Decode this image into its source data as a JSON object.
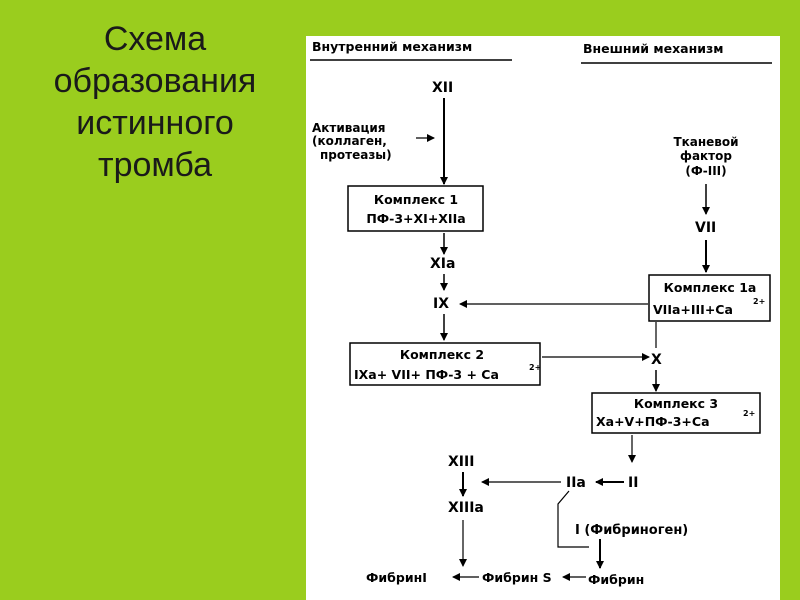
{
  "slide": {
    "title_lines": [
      "Схема",
      "образования",
      "истинного",
      "тромба"
    ]
  },
  "diagram": {
    "header_internal": "Внутренний механизм",
    "header_external": "Внешний механизм",
    "xii": "XII",
    "activation": [
      "Активация",
      "(коллаген,",
      "протеазы)"
    ],
    "tissue_factor": [
      "Тканевой",
      "фактор",
      "(Ф-III)"
    ],
    "vii": "VII",
    "complex1": {
      "title": "Комплекс 1",
      "formula": "ПФ-3+XI+XIIa"
    },
    "xia": "XIa",
    "complex1a": {
      "title": "Комплекс 1a",
      "formula": "VIIa+III+Ca",
      "sup": "2+"
    },
    "ix": "IX",
    "complex2": {
      "title": "Комплекс 2",
      "formula": "IXa+ VII+ ПФ-3 + Ca",
      "sup": "2+"
    },
    "x": "X",
    "complex3": {
      "title": "Комплекс 3",
      "formula": "Xa+V+ПФ-3+Ca",
      "sup": "2+"
    },
    "xiii": "XIII",
    "ii": "II",
    "iia": "IIa",
    "xiiia": "XIIIa",
    "fibrinogen": "I (Фибриноген)",
    "fibrin_i": "ФибринI",
    "fibrin_s": "Фибрин S",
    "fibrin": "Фибрин"
  }
}
